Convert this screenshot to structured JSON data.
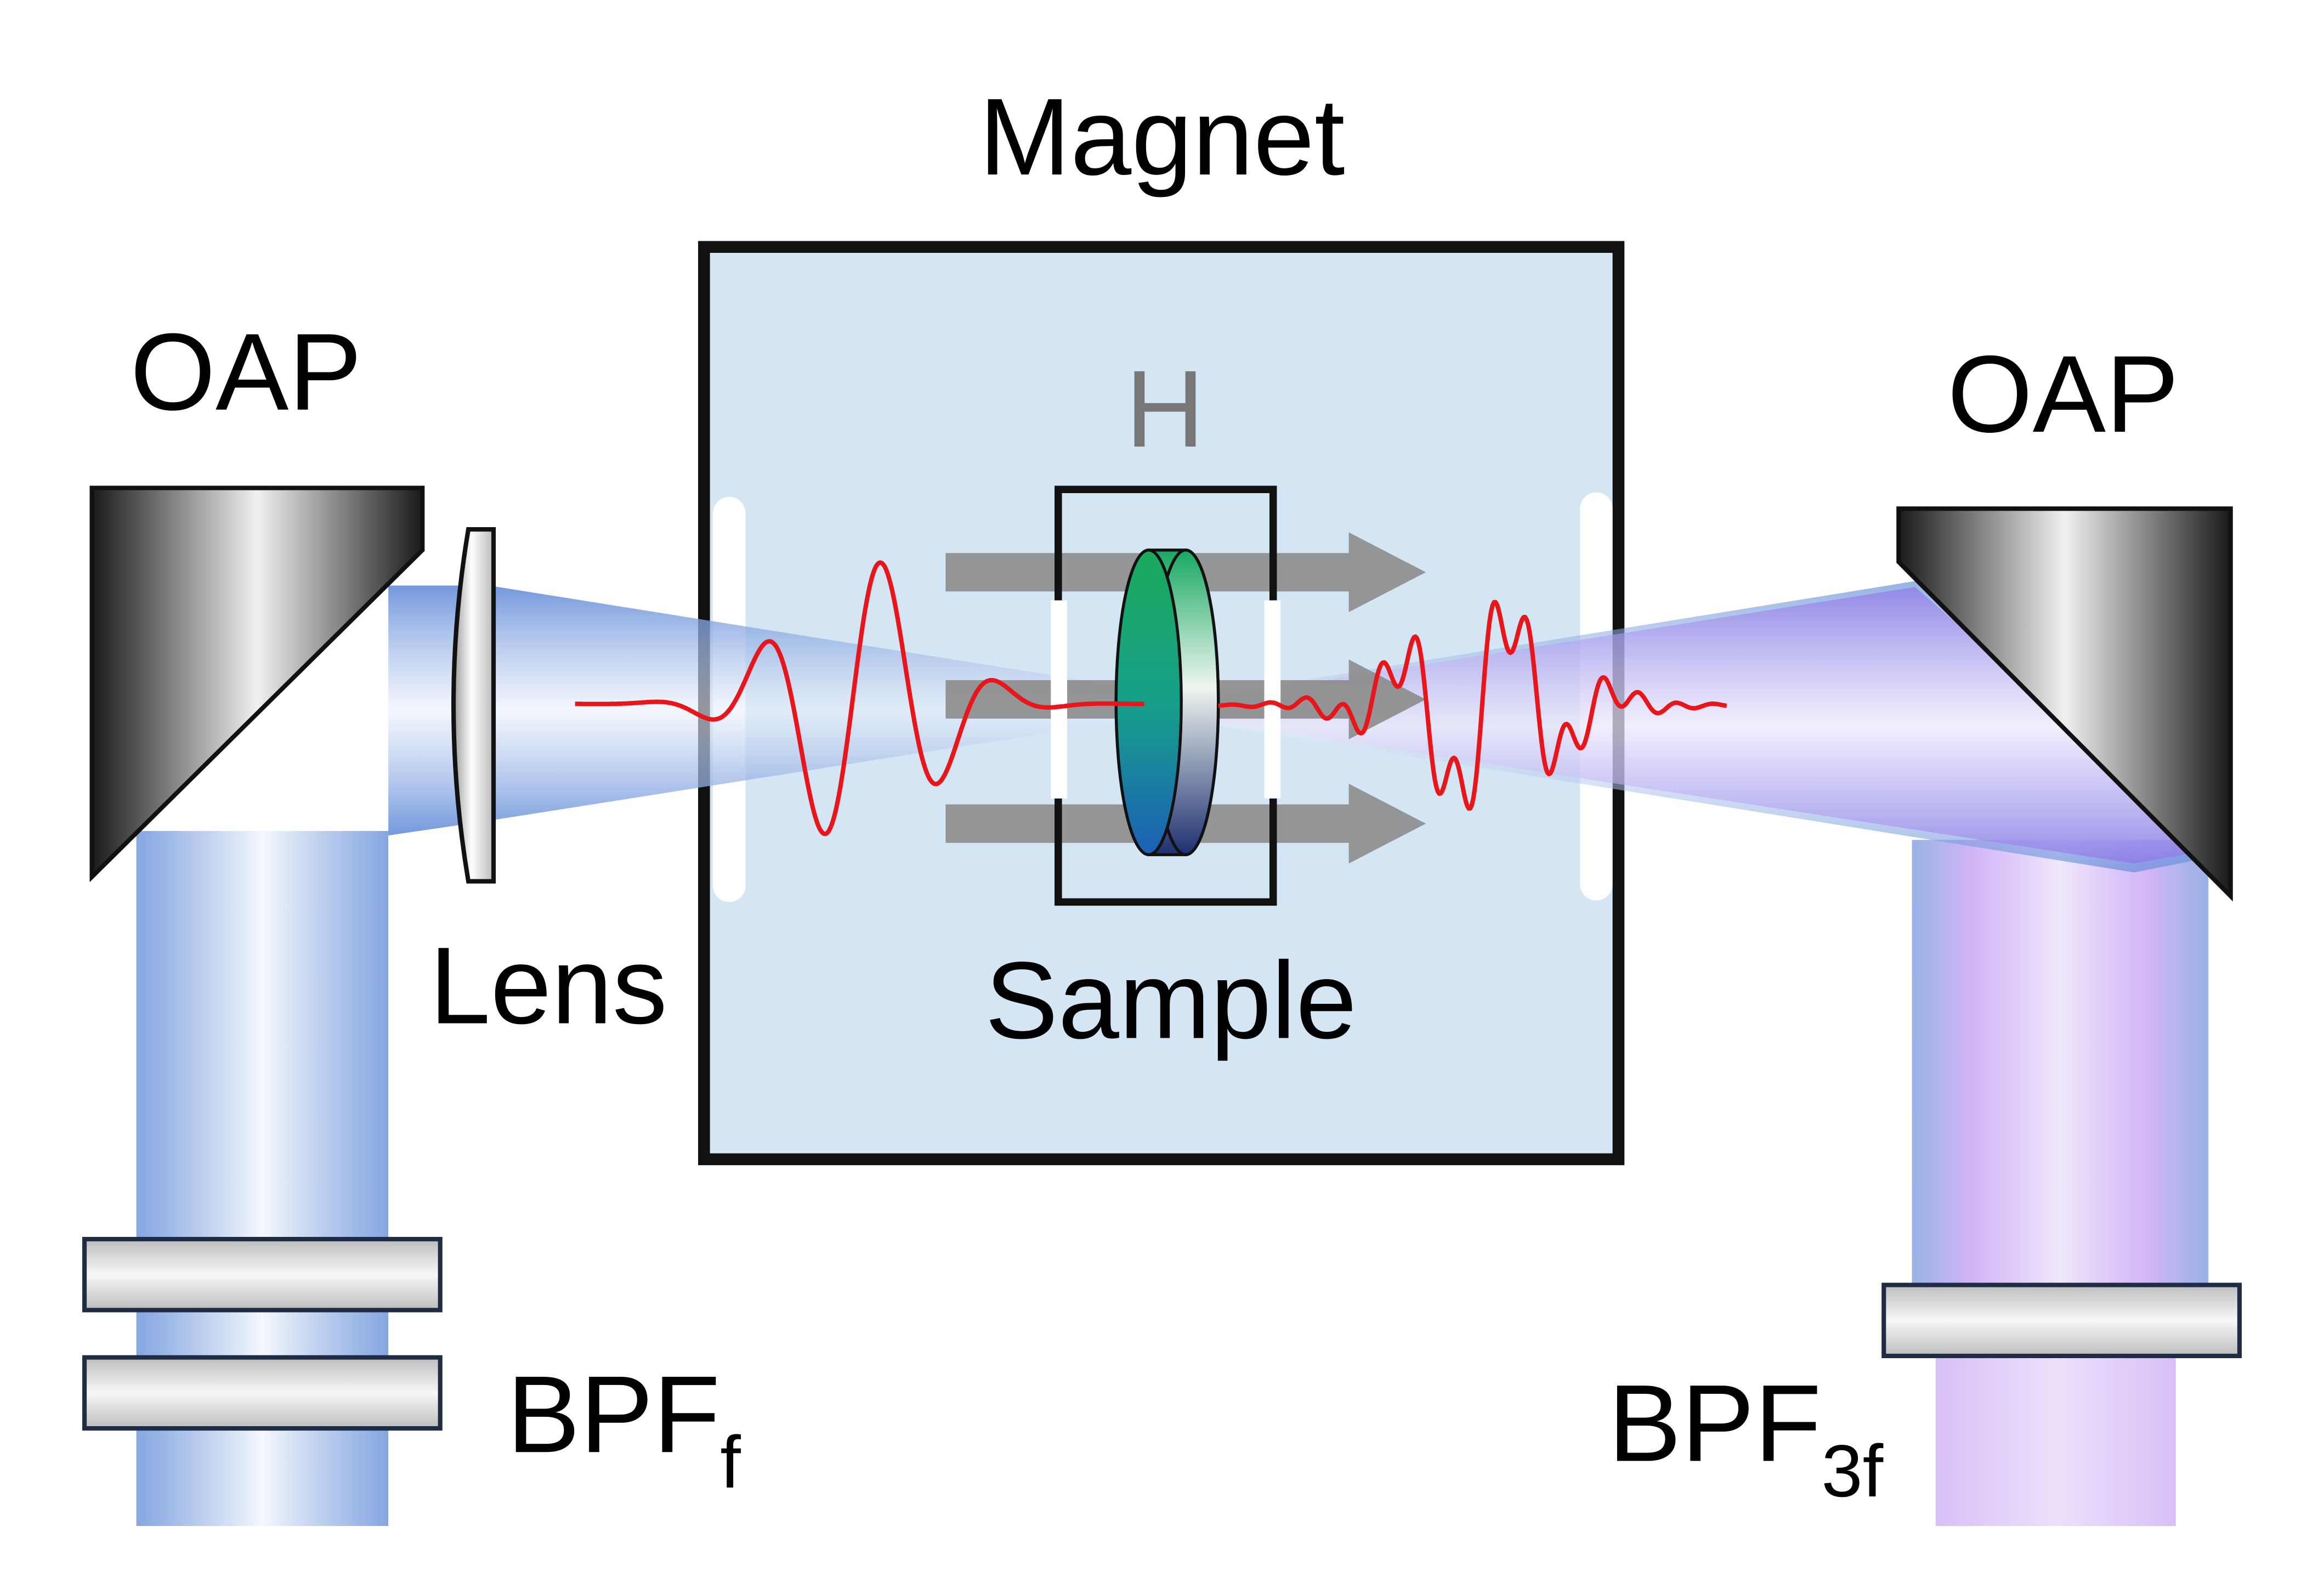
{
  "labels": {
    "magnet": "Magnet",
    "field": "H",
    "sample": "Sample",
    "lens": "Lens",
    "oap_left": "OAP",
    "oap_right": "OAP",
    "bpf_left_main": "BPF",
    "bpf_left_sub": "f",
    "bpf_right_main": "BPF",
    "bpf_right_sub": "3f"
  },
  "colors": {
    "chamber_fill": "#d4e5f3",
    "beam_fundamental": "#4a7fd0",
    "beam_third_harmonic": "#b98cf5",
    "waveform": "#e8151b",
    "field_arrow": "#8c8c8c",
    "field_label": "#777777",
    "outline": "#111111",
    "sample_face_top": "#1aaa5a",
    "sample_face_bottom": "#1d5fb5"
  },
  "icons": {
    "left_mirror": "off-axis-parabolic-mirror",
    "right_mirror": "off-axis-parabolic-mirror",
    "lens": "focusing-lens",
    "sample": "sample-disc",
    "field_arrows": "right-arrow"
  }
}
